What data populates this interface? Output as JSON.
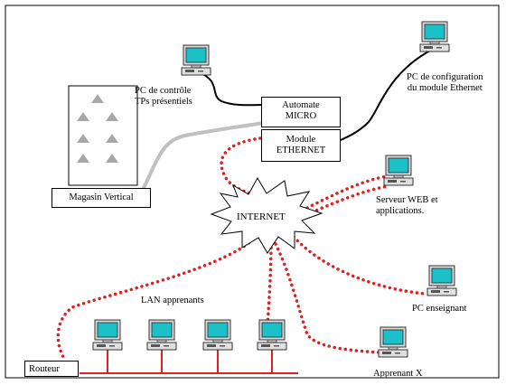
{
  "labels": {
    "pc_controle": [
      "PC de contrôle",
      "TPs présentiels"
    ],
    "pc_configuration": [
      "PC de configuration",
      "du module Ethernet"
    ],
    "automate": [
      "Automate",
      "MICRO"
    ],
    "module_ethernet": [
      "Module",
      "ETHERNET"
    ],
    "magasin": "Magasin Vertical",
    "internet": "INTERNET",
    "serveur": [
      "Serveur WEB et",
      "applications."
    ],
    "lan": "LAN apprenants",
    "pc_enseignant": "PC enseignant",
    "routeur": "Routeur",
    "apprenant": "Apprenant X"
  },
  "colors": {
    "internet_link": "#e02020",
    "lan_bus": "#e02020",
    "cable_black": "#000000",
    "cable_grey": "#c0c0c0",
    "screen": "#1cc0c8",
    "monitor_body": "#d8d8d8",
    "triangle": "#a8a8a8",
    "frame": "#000000"
  },
  "icons": [
    "computer-icon",
    "internet-burst",
    "storage-triangle"
  ]
}
